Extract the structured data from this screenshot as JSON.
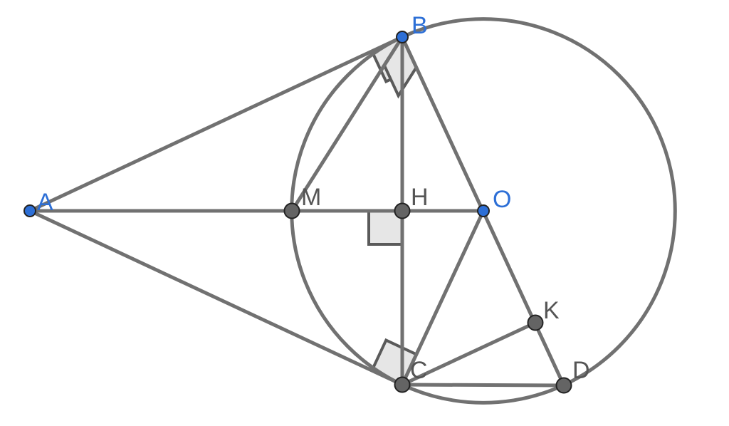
{
  "colors": {
    "line": "#717171",
    "right_angle_fill": "#e6e6e6",
    "right_angle_stroke": "#5a5a5a",
    "free_point_fill": "#2d6fd6",
    "dependent_point_fill": "#646464",
    "point_stroke": "#222222",
    "free_label": "#2d6fd6",
    "dependent_label": "#555555"
  },
  "points": [
    {
      "id": "A",
      "label": "A",
      "kind": "free"
    },
    {
      "id": "B",
      "label": "B",
      "kind": "free"
    },
    {
      "id": "O",
      "label": "O",
      "kind": "free"
    },
    {
      "id": "C",
      "label": "C",
      "kind": "dependent"
    },
    {
      "id": "H",
      "label": "H",
      "kind": "dependent"
    },
    {
      "id": "M",
      "label": "M",
      "kind": "dependent"
    },
    {
      "id": "K",
      "label": "K",
      "kind": "dependent"
    },
    {
      "id": "D",
      "label": "D",
      "kind": "dependent"
    }
  ],
  "segments": [
    [
      "A",
      "B"
    ],
    [
      "A",
      "C"
    ],
    [
      "A",
      "O"
    ],
    [
      "B",
      "C"
    ],
    [
      "B",
      "D"
    ],
    [
      "B",
      "M"
    ],
    [
      "O",
      "C"
    ],
    [
      "C",
      "K"
    ],
    [
      "C",
      "D"
    ]
  ],
  "circles": [
    {
      "center": "O",
      "through": "B"
    }
  ],
  "right_angles": [
    {
      "vertex": "B",
      "arms": [
        "A",
        "O"
      ]
    },
    {
      "vertex": "C",
      "arms": [
        "A",
        "O"
      ]
    },
    {
      "vertex": "B",
      "arms": [
        "M",
        "D"
      ]
    },
    {
      "vertex": "H",
      "arms": [
        "A",
        "C"
      ]
    }
  ]
}
